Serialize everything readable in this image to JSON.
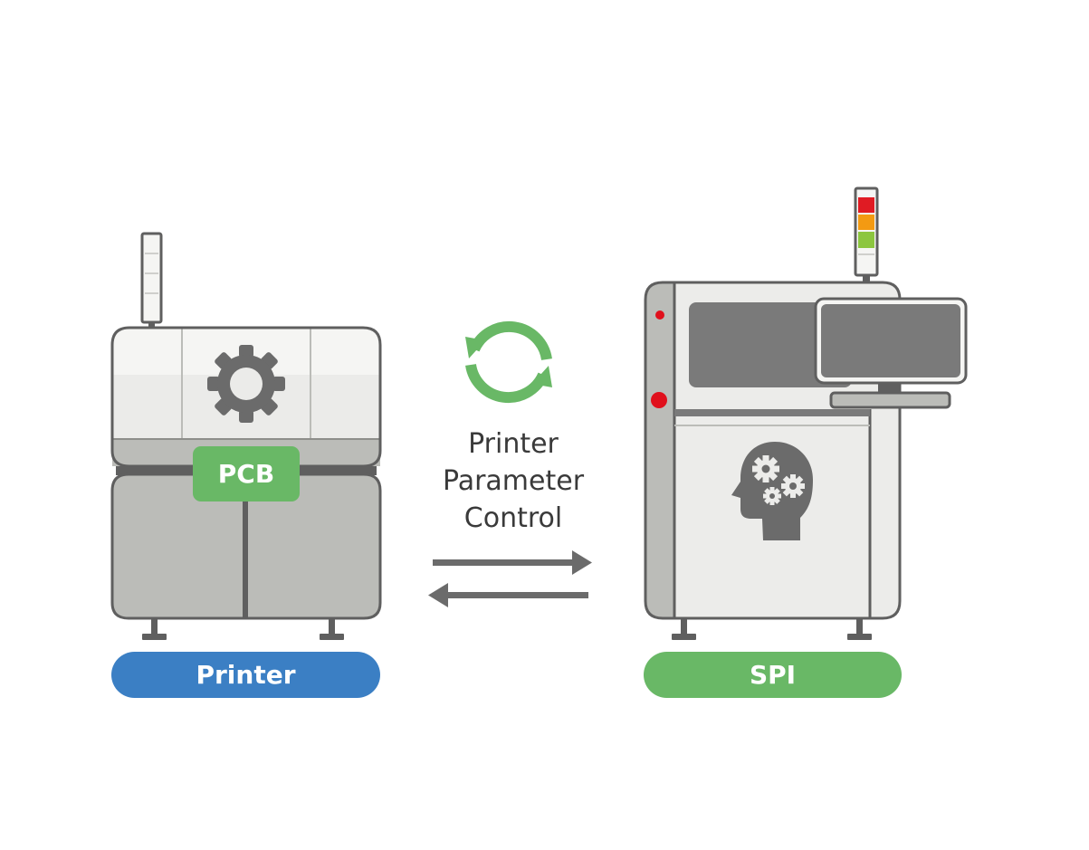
{
  "colors": {
    "outline": "#5f5f5f",
    "body_light": "#ececec",
    "body_top": "#f5f5f3",
    "body_mid": "#bbbcb8",
    "panel_dark": "#7a7a7a",
    "green": "#69b866",
    "blue": "#3b7fc4",
    "tower_red": "#e01b23",
    "tower_orange": "#f39a12",
    "tower_green": "#8cc63f",
    "indicator_red": "#e0101c",
    "arrow_gray": "#6b6b6b"
  },
  "printer": {
    "label": "Printer",
    "pcb_label": "PCB",
    "icon": "gear-icon"
  },
  "spi": {
    "label": "SPI",
    "icon": "brain-gears-icon"
  },
  "exchange": {
    "icon": "refresh-cycle-icon",
    "lines": [
      "Printer",
      "Parameter",
      "Control"
    ],
    "arrows": [
      "arrow-right",
      "arrow-left"
    ]
  }
}
